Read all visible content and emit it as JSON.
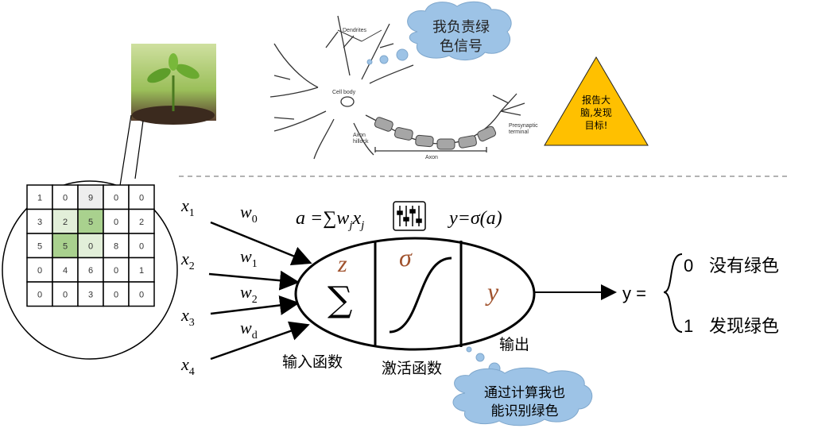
{
  "plant_photo": {
    "icon": "plant-seedling-photo"
  },
  "grid": {
    "rows": [
      [
        "1",
        "0",
        "9",
        "0",
        "0"
      ],
      [
        "3",
        "2",
        "5",
        "0",
        "2"
      ],
      [
        "5",
        "5",
        "0",
        "8",
        "0"
      ],
      [
        "0",
        "4",
        "6",
        "0",
        "1"
      ],
      [
        "0",
        "0",
        "3",
        "0",
        "0"
      ]
    ],
    "colors": {
      "light_green": "#e2efd9",
      "green": "#a9d18e",
      "gray": "#eeeeee"
    }
  },
  "neuron": {
    "dendrites": "Dendrites",
    "cell_body": "Cell body",
    "axon_hillock_1": "Axon",
    "axon_hillock_2": "hillock",
    "axon": "Axon",
    "presynaptic_1": "Presynaptic",
    "presynaptic_2": "terminal"
  },
  "cloud_top": {
    "line1": "我负责绿",
    "line2": "色信号",
    "color": "#9dc3e6"
  },
  "warning": {
    "line1": "报告大",
    "line2": "脑,发现",
    "line3": "目标!",
    "color": "#ffc000"
  },
  "inputs": [
    "x",
    "x",
    "x",
    "x"
  ],
  "input_subs": [
    "1",
    "2",
    "3",
    "4"
  ],
  "weights": [
    "w",
    "w",
    "w",
    "w"
  ],
  "weight_subs": [
    "0",
    "1",
    "2",
    "d"
  ],
  "formula": {
    "a": "a =∑w",
    "j1": "j",
    "x": "x",
    "j2": "j",
    "y": "y=σ(a)"
  },
  "neuron_model": {
    "z": "z",
    "sum": "∑",
    "sigma": "σ",
    "y": "y"
  },
  "labels": {
    "input_fn": "输入函数",
    "activation_fn": "激活函数",
    "output": "输出"
  },
  "output": {
    "y_eq": "y =",
    "case0_val": "0",
    "case0_text": "没有绿色",
    "case1_val": "1",
    "case1_text": "发现绿色"
  },
  "cloud_bottom": {
    "line1": "通过计算我也",
    "line2": "能识别绿色"
  }
}
